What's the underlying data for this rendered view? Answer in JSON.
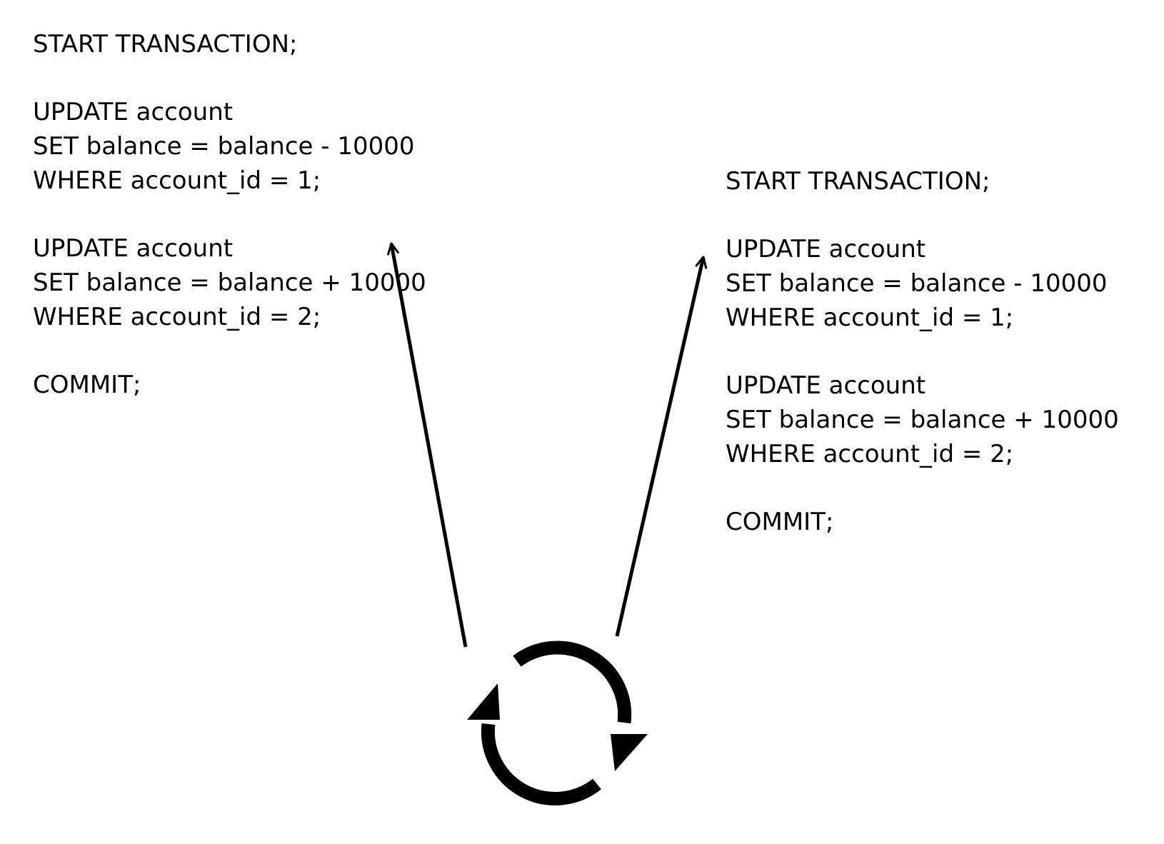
{
  "transactions": {
    "left": {
      "lines": [
        "START TRANSACTION;",
        "",
        "UPDATE account",
        "SET balance = balance - 10000",
        "WHERE account_id = 1;",
        "",
        "UPDATE account",
        "SET balance = balance + 10000",
        "WHERE account_id = 2;",
        "",
        "COMMIT;"
      ]
    },
    "right": {
      "lines": [
        "START TRANSACTION;",
        "",
        "UPDATE account",
        "SET balance = balance - 10000",
        "WHERE account_id = 1;",
        "",
        "UPDATE account",
        "SET balance = balance + 10000",
        "WHERE account_id = 2;",
        "",
        "COMMIT;"
      ]
    }
  },
  "cycle_icon": "refresh-cycle-icon",
  "colors": {
    "ink": "#000000",
    "background": "#ffffff"
  }
}
